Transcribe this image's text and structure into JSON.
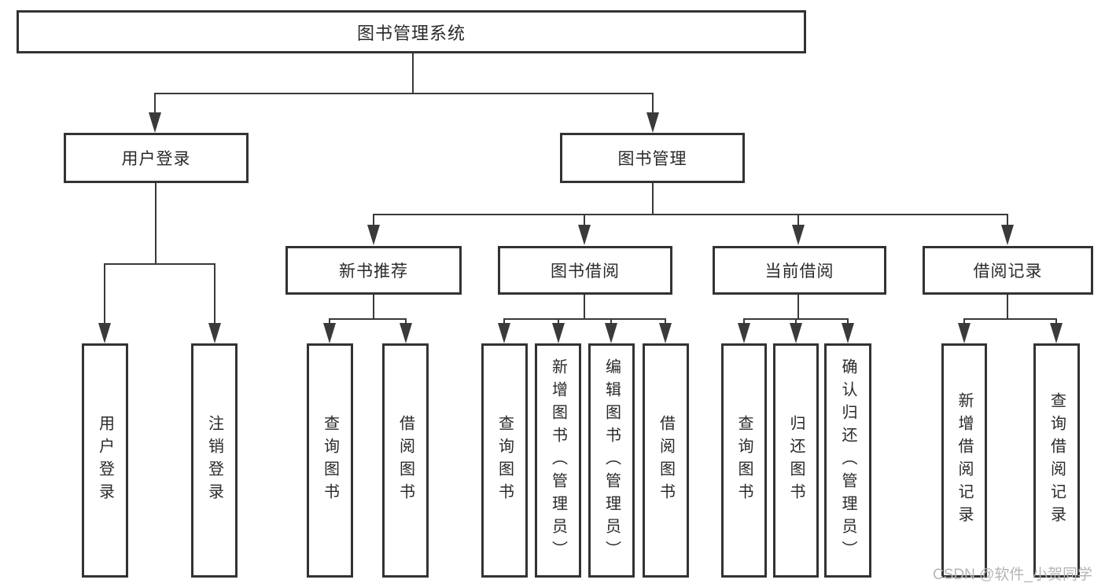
{
  "diagram": {
    "root": {
      "label": "图书管理系统"
    },
    "level2": [
      {
        "label": "用户登录"
      },
      {
        "label": "图书管理"
      }
    ],
    "level3": [
      {
        "label": "新书推荐"
      },
      {
        "label": "图书借阅"
      },
      {
        "label": "当前借阅"
      },
      {
        "label": "借阅记录"
      }
    ],
    "leaves": {
      "user_login": [
        "用户登录",
        "注销登录"
      ],
      "new_book": [
        "查询图书",
        "借阅图书"
      ],
      "book_borrow": [
        "查询图书",
        "新增图书（管理员）",
        "编辑图书（管理员）",
        "借阅图书"
      ],
      "current_borrow": [
        "查询图书",
        "归还图书",
        "确认归还（管理员）"
      ],
      "borrow_record": [
        "新增借阅记录",
        "查询借阅记录"
      ]
    }
  },
  "watermark": {
    "text": "CSDN @软件_小贺同学"
  },
  "colors": {
    "line": "#3a3a3a",
    "box_border": "#333333",
    "text": "#2a2a2a",
    "watermark": "#b5b5b5",
    "background": "#ffffff"
  }
}
